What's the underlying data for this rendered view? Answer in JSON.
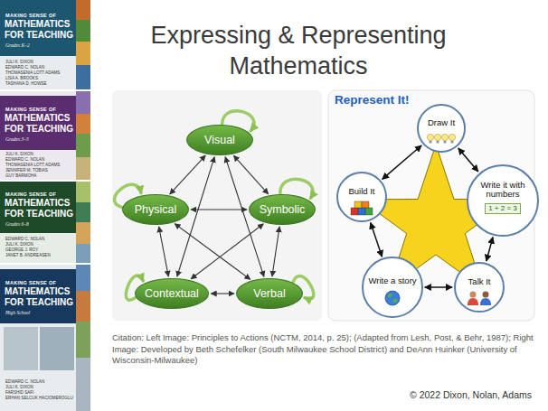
{
  "diagram": {
    "title": "Expressing & Representing Mathematics",
    "caption": "Citation: Left Image: Principles to Actions (NCTM, 2014, p. 25); (Adapted from Lesh, Post, & Behr, 1987); Right Image: Developed by Beth Schefelker (South Milwaukee School District) and DeAnn Huinker (University of Wisconsin-Milwaukee)",
    "nodes": [
      {
        "text": [
          "Visual"
        ]
      },
      {
        "text": [
          "Physical"
        ]
      },
      {
        "text": [
          "Symbolic"
        ]
      },
      {
        "text": [
          "Contextual"
        ]
      },
      {
        "text": [
          "Verbal"
        ]
      },
      {
        "text": [
          "Draw It"
        ]
      },
      {
        "text": [
          "Build It"
        ]
      },
      {
        "text": [
          "Write it with numbers",
          "1 + 2 = 3"
        ]
      },
      {
        "text": [
          "Write a story"
        ]
      },
      {
        "text": [
          "Talk It"
        ]
      }
    ],
    "edges": [
      {
        "from": 0,
        "to": 0,
        "arrow": "to"
      },
      {
        "from": 1,
        "to": 1,
        "arrow": "to"
      },
      {
        "from": 2,
        "to": 2,
        "arrow": "to"
      },
      {
        "from": 3,
        "to": 3,
        "arrow": "to"
      },
      {
        "from": 4,
        "to": 4,
        "arrow": "to"
      },
      {
        "from": 0,
        "to": 1,
        "arrow": "both"
      },
      {
        "from": 0,
        "to": 2,
        "arrow": "both"
      },
      {
        "from": 0,
        "to": 3,
        "arrow": "both"
      },
      {
        "from": 0,
        "to": 4,
        "arrow": "both"
      },
      {
        "from": 1,
        "to": 2,
        "arrow": "both"
      },
      {
        "from": 1,
        "to": 3,
        "arrow": "both"
      },
      {
        "from": 1,
        "to": 4,
        "arrow": "both"
      },
      {
        "from": 2,
        "to": 3,
        "arrow": "both"
      },
      {
        "from": 2,
        "to": 4,
        "arrow": "both"
      },
      {
        "from": 3,
        "to": 4,
        "arrow": "both"
      },
      {
        "from": 5,
        "to": 6,
        "arrow": "both"
      },
      {
        "from": 5,
        "to": 7,
        "arrow": "both"
      },
      {
        "from": 6,
        "to": 8,
        "arrow": "both"
      },
      {
        "from": 7,
        "to": 9,
        "arrow": "both"
      },
      {
        "from": 8,
        "to": 9,
        "arrow": "both"
      }
    ],
    "labels": [
      "MAKING SENSE OF",
      "MATHEMATICS",
      "FOR TEACHING",
      "Grades K–2",
      "JULI K. DIXON",
      "EDWARD C. NOLAN",
      "THOMASENIA LOTT ADAMS",
      "LISA A. BROOKS",
      "TASHANA D. HOWSE",
      "MAKING SENSE OF",
      "MATHEMATICS",
      "FOR TEACHING",
      "Grades 3–5",
      "JULI K. DIXON",
      "EDWARD C. NOLAN",
      "THOMASENIA LOTT ADAMS",
      "JENNIFER M. TOBIAS",
      "GUY BARMOHA",
      "MAKING SENSE OF",
      "MATHEMATICS",
      "FOR TEACHING",
      "Grades 6–8",
      "EDWARD C. NOLAN",
      "JULI K. DIXON",
      "GEORGE J. ROY",
      "JANET B. ANDREASEN",
      "MAKING SENSE OF",
      "MATHEMATICS",
      "FOR TEACHING",
      "High School",
      "EDWARD C. NOLAN",
      "JULI K. DIXON",
      "FARSHID SAFI",
      "ERHAN SELCUK HACIOMEROGLU",
      "Represent It!",
      "© 2022 Dixon, Nolan, Adams"
    ]
  }
}
